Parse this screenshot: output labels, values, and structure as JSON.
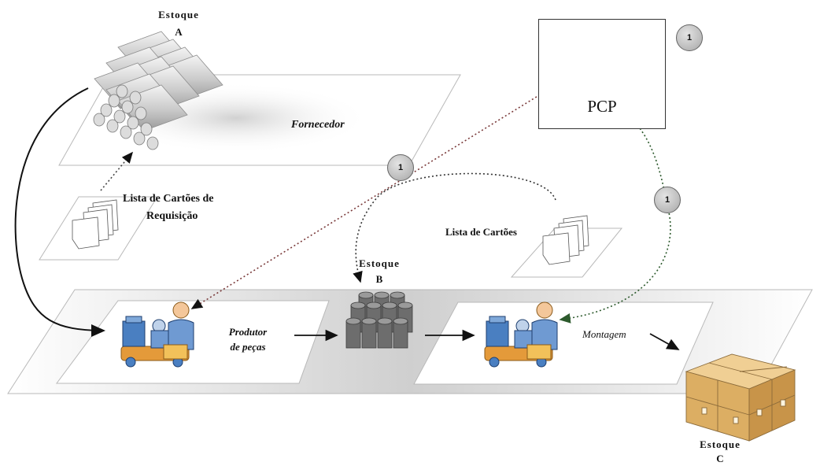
{
  "stock_a": {
    "title": "Estoque",
    "letter": "A"
  },
  "stock_b": {
    "title": "Estoque",
    "letter": "B"
  },
  "stock_c": {
    "title": "Estoque",
    "letter": "C"
  },
  "supplier_label": "Fornecedor",
  "requisition_cards": {
    "line1": "Lista de Cartões  de",
    "line2": "Requisição"
  },
  "cards_list_label": "Lista de Cartões",
  "pcp_label": "PCP",
  "parts_producer": {
    "line1": "Produtor",
    "line2": "de peças"
  },
  "assembly_label": "Montagem",
  "step_badges": [
    "1",
    "1",
    "1"
  ]
}
